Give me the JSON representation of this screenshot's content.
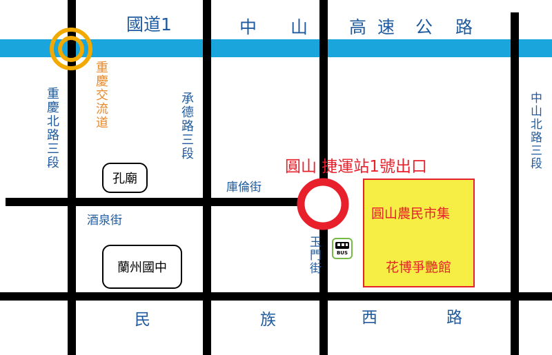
{
  "highway": {
    "name_prefix": "國道1",
    "name_chars": [
      "中",
      "山",
      "高",
      "速",
      "公",
      "路"
    ],
    "color": "#1aa5dc"
  },
  "roads": {
    "chongqing_n_rd": "重慶北路三段",
    "chongqing_interchange": "重慶交流道",
    "chengde_rd": "承德路三段",
    "zhongshan_n_rd": "中山北路三段",
    "kulun_st": "庫倫街",
    "jiuquan_st": "酒泉街",
    "yumen_st": "玉門街",
    "minzu_w_rd_chars": [
      "民",
      "族",
      "西",
      "路"
    ]
  },
  "landmarks": {
    "confucius_temple": "孔廟",
    "lanzhou_school": "蘭州國中",
    "mrt_exit": "圓山 捷運站1號出口",
    "farmers_market": "圓山農民市集",
    "expo_pavilion": "花博爭艷館",
    "bus_label": "BUS"
  },
  "colors": {
    "road_label": "#1f5a9e",
    "interchange": "#f2a900",
    "interchange_label": "#e8892b",
    "mrt": "#e8202c",
    "market_fill": "#f7ee45",
    "bus": "#76b947"
  }
}
